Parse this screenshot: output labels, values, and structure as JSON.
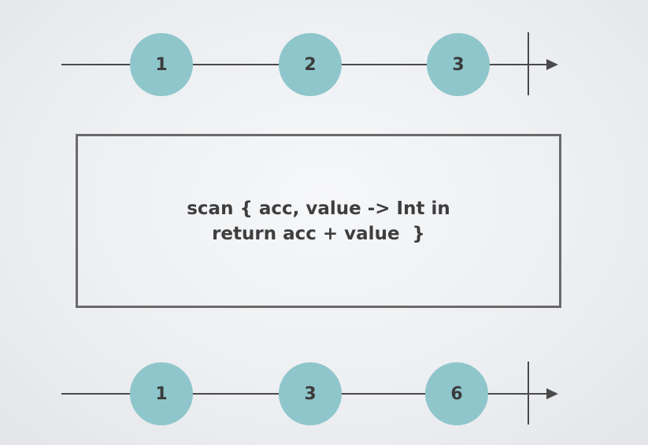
{
  "input_stream": {
    "values": [
      "1",
      "2",
      "3"
    ]
  },
  "operator": {
    "line1": "scan { acc, value -> Int in",
    "line2": "return acc + value  }"
  },
  "output_stream": {
    "values": [
      "1",
      "3",
      "6"
    ]
  },
  "colors": {
    "marble": "#8ec6cb",
    "line": "#4a4a4a",
    "box_border": "#6a6a6a",
    "text": "#3e3e3e"
  }
}
